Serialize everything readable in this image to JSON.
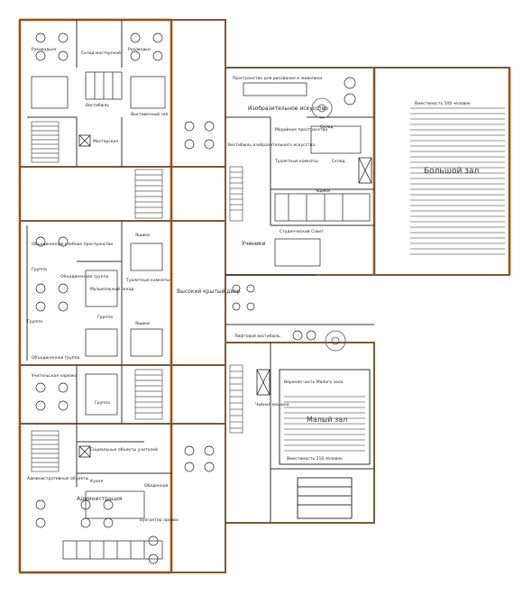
{
  "colors": {
    "wall": "#7a5a3c",
    "accent": "#f08a3a",
    "line": "#333333",
    "stair": "#555555",
    "furniture": "#222222",
    "paper": "#ffffff"
  },
  "labels": {
    "rukovedie_left": "Руководьее",
    "sklad_masterskoy": "Склад мастерской",
    "rukovedie_right": "Руководье",
    "vestibul_top": "Вестибюль",
    "masterskaya": "Мастерская",
    "vystavochny_zal": "Выставочный зал",
    "prostranstvo_risovaniya": "Пространство для рисования и живописи",
    "izobrazitelnoe": "Изобразительное искусство",
    "bolshoy_lecture": "Вместимость 500 человек",
    "bolshoy_zal": "Большой зал",
    "vestibul_iskusstva": "Вестибюль изобразительного искусства",
    "mediynaya": "Медийное пространство",
    "sklad_1": "Склад",
    "sklad_2": "Склад",
    "tualet_1": "Туалетные комнаты",
    "yashchiki_1": "Ящики",
    "obedinennye_prostranstvo": "Объединенное учебное пространство",
    "gruppa_1": "Группа",
    "obedinennaya_gruppa": "Объединенная группа",
    "muzykalny_sklad": "Музыкальный склад",
    "tualet_2": "Туалетные комнаты",
    "studencheskiy_sovet": "Студенческий Совет",
    "ucheniki": "Ученики",
    "gruppa_2": "Группа",
    "vysokiy_dvor": "Высокий крытый двор",
    "yashchiki_2": "Ящики",
    "gruppa_3": "Группа",
    "yashchiki_3": "Ящики",
    "obedinennaya_gruppa_2": "Объединенная группа",
    "liftovy_vestibul": "Лифтовой вестибюль",
    "uchitelskaya": "Учительская нарезка",
    "gruppa_4": "Группа",
    "verhnyaya_chast": "Верхняя часть Малого зала",
    "chainaya": "Чайная машина",
    "malyy_zal": "Малый зал",
    "vmestimost_malyy": "Вместимость 210 человек",
    "socialnye": "Социальные объекты учителей",
    "kuhnya": "Кухня",
    "obedennaya": "Обеденная",
    "administrativnye": "Административные объекты",
    "administraciya": "Администрация",
    "buhgalter": "Бухгалтер архива"
  }
}
